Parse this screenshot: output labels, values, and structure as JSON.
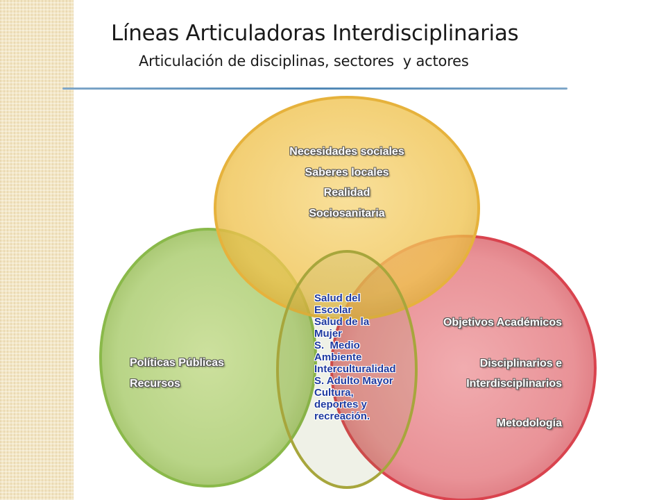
{
  "title": "Líneas Articuladoras Interdisciplinarias",
  "subtitle": "Articulación de disciplinas, sectores  y actores",
  "colors": {
    "top_circle": "#f0c24a",
    "right_circle": "#e0505a",
    "left_circle": "#9ec45a",
    "rule": "#4f87b5",
    "side_strip": "#f3e6c4",
    "center_text": "#1e3aa0"
  },
  "top_circle": {
    "lines": [
      "Necesidades sociales",
      "Saberes locales",
      "Realidad",
      "Sociosanitaria"
    ]
  },
  "right_circle": {
    "lines": [
      "Objetivos Académicos",
      "Disciplinarios e",
      "Interdisciplinarios",
      "Metodología"
    ]
  },
  "left_circle": {
    "lines": [
      "Políticas Públicas",
      "Recursos"
    ]
  },
  "center_circle": {
    "lines": [
      "Salud del",
      "Escolar",
      "Salud de la",
      "Mujer",
      "S.  Medio",
      "Ambiente",
      "Interculturalidad",
      "S. Adulto Mayor",
      "Cultura,",
      "deportes y",
      "recreación."
    ]
  }
}
